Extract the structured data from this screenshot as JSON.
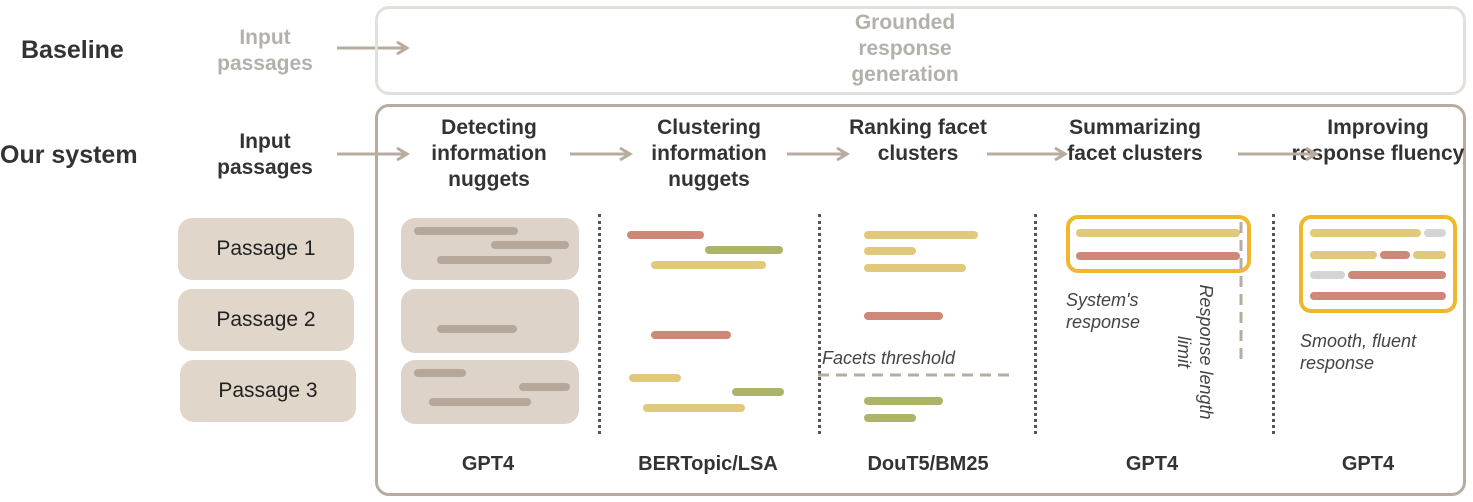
{
  "baseline": {
    "label": "Baseline",
    "input_label": "Input passages",
    "output_label": "Grounded response generation"
  },
  "system": {
    "label": "Our system",
    "input_label": "Input passages",
    "passages": [
      "Passage 1",
      "Passage 2",
      "Passage 3"
    ],
    "stages": [
      {
        "title": "Detecting information nuggets",
        "tool": "GPT4"
      },
      {
        "title": "Clustering information nuggets",
        "tool": "BERTopic/LSA"
      },
      {
        "title": "Ranking facet clusters",
        "tool": "DouT5/BM25"
      },
      {
        "title": "Summarizing facet clusters",
        "tool": "GPT4"
      },
      {
        "title": "Improving response fluency",
        "tool": "GPT4"
      }
    ],
    "annotations": {
      "facets_threshold": "Facets threshold",
      "systems_response": "System's response",
      "length_limit": "Response length limit",
      "smooth_response": "Smooth, fluent response"
    }
  },
  "colors": {
    "nugget_grey": "#b5a79a",
    "nugget_red": "#cf8778",
    "nugget_green": "#adb46a",
    "nugget_yellow": "#e0c97c",
    "highlight_orange": "#efb72d",
    "frame_border": "#b8aca0"
  }
}
